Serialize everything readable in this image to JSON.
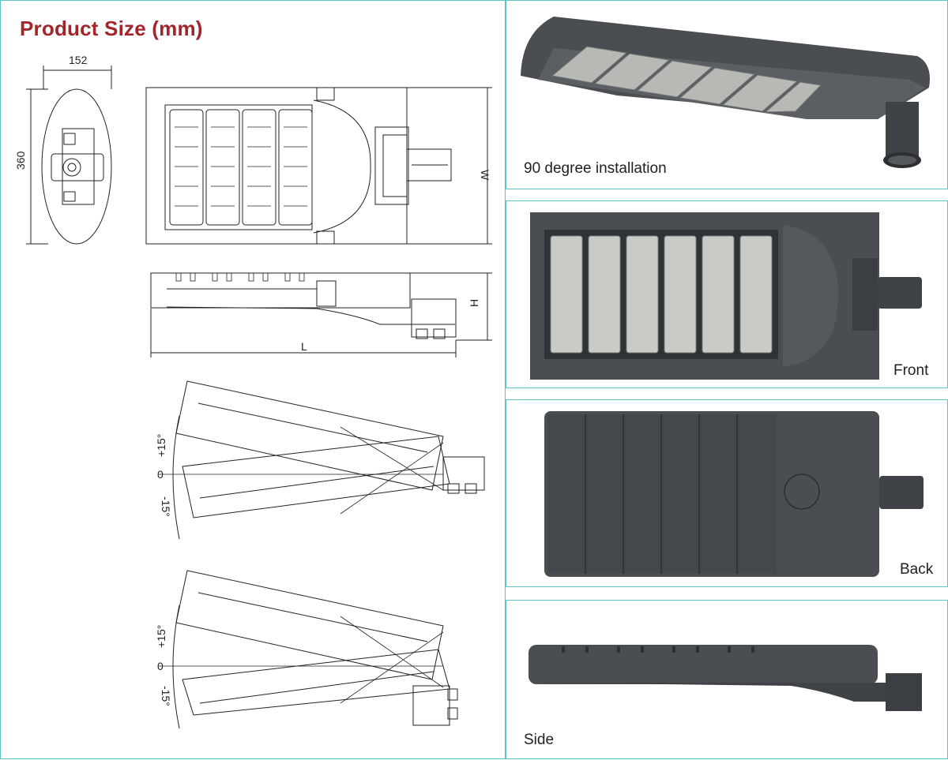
{
  "title": "Product Size (mm)",
  "dimensions": {
    "width_value": "152",
    "height_value": "360",
    "w_label": "W",
    "h_label": "H",
    "l_label": "L",
    "angle_up": "+15°",
    "angle_zero": "0",
    "angle_down": "-15°"
  },
  "photos": {
    "installation_caption": "90 degree installation",
    "front_caption": "Front",
    "back_caption": "Back",
    "side_caption": "Side"
  },
  "colors": {
    "title": "#a2252c",
    "border": "#5fc2c6",
    "housing": "#4a4d52"
  }
}
